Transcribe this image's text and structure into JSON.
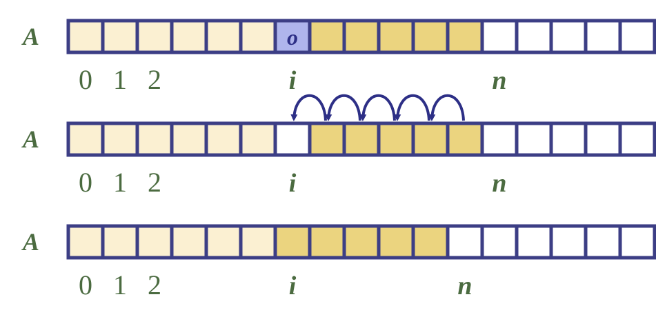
{
  "rows": [
    {
      "array_label": "A",
      "cells": [
        "tan",
        "tan",
        "tan",
        "tan",
        "tan",
        "tan",
        "blue",
        "gold",
        "gold",
        "gold",
        "gold",
        "gold",
        "white",
        "white",
        "white",
        "white",
        "white"
      ],
      "cell_texts": [
        "",
        "",
        "",
        "",
        "",
        "",
        "o",
        "",
        "",
        "",
        "",
        "",
        "",
        "",
        "",
        "",
        ""
      ],
      "indices": [
        {
          "cell": 0,
          "text": "0",
          "style": "plain"
        },
        {
          "cell": 1,
          "text": "1",
          "style": "plain"
        },
        {
          "cell": 2,
          "text": "2",
          "style": "plain"
        },
        {
          "cell": 6,
          "text": "i",
          "style": "italic"
        },
        {
          "cell": 12,
          "text": "n",
          "style": "italic"
        }
      ],
      "shift_arrows": []
    },
    {
      "array_label": "A",
      "cells": [
        "tan",
        "tan",
        "tan",
        "tan",
        "tan",
        "tan",
        "white",
        "gold",
        "gold",
        "gold",
        "gold",
        "gold",
        "white",
        "white",
        "white",
        "white",
        "white"
      ],
      "cell_texts": [
        "",
        "",
        "",
        "",
        "",
        "",
        "",
        "",
        "",
        "",
        "",
        "",
        "",
        "",
        "",
        "",
        ""
      ],
      "indices": [
        {
          "cell": 0,
          "text": "0",
          "style": "plain"
        },
        {
          "cell": 1,
          "text": "1",
          "style": "plain"
        },
        {
          "cell": 2,
          "text": "2",
          "style": "plain"
        },
        {
          "cell": 6,
          "text": "i",
          "style": "italic"
        },
        {
          "cell": 12,
          "text": "n",
          "style": "italic"
        }
      ],
      "shift_arrows": [
        {
          "from": 7,
          "to": 6
        },
        {
          "from": 8,
          "to": 7
        },
        {
          "from": 9,
          "to": 8
        },
        {
          "from": 10,
          "to": 9
        },
        {
          "from": 11,
          "to": 10
        }
      ]
    },
    {
      "array_label": "A",
      "cells": [
        "tan",
        "tan",
        "tan",
        "tan",
        "tan",
        "tan",
        "gold",
        "gold",
        "gold",
        "gold",
        "gold",
        "white",
        "white",
        "white",
        "white",
        "white",
        "white"
      ],
      "cell_texts": [
        "",
        "",
        "",
        "",
        "",
        "",
        "",
        "",
        "",
        "",
        "",
        "",
        "",
        "",
        "",
        "",
        ""
      ],
      "indices": [
        {
          "cell": 0,
          "text": "0",
          "style": "plain"
        },
        {
          "cell": 1,
          "text": "1",
          "style": "plain"
        },
        {
          "cell": 2,
          "text": "2",
          "style": "plain"
        },
        {
          "cell": 6,
          "text": "i",
          "style": "italic"
        },
        {
          "cell": 11,
          "text": "n",
          "style": "italic"
        }
      ],
      "shift_arrows": []
    }
  ],
  "colors": {
    "tan": "#FBF0D2",
    "gold": "#EBD47F",
    "blue": "#AFB5EC",
    "white": "#FFFFFF",
    "border": "#3C3E85",
    "label": "#4B6B40",
    "cell_text": "#2D2F86",
    "arrow": "#2D2F86"
  }
}
